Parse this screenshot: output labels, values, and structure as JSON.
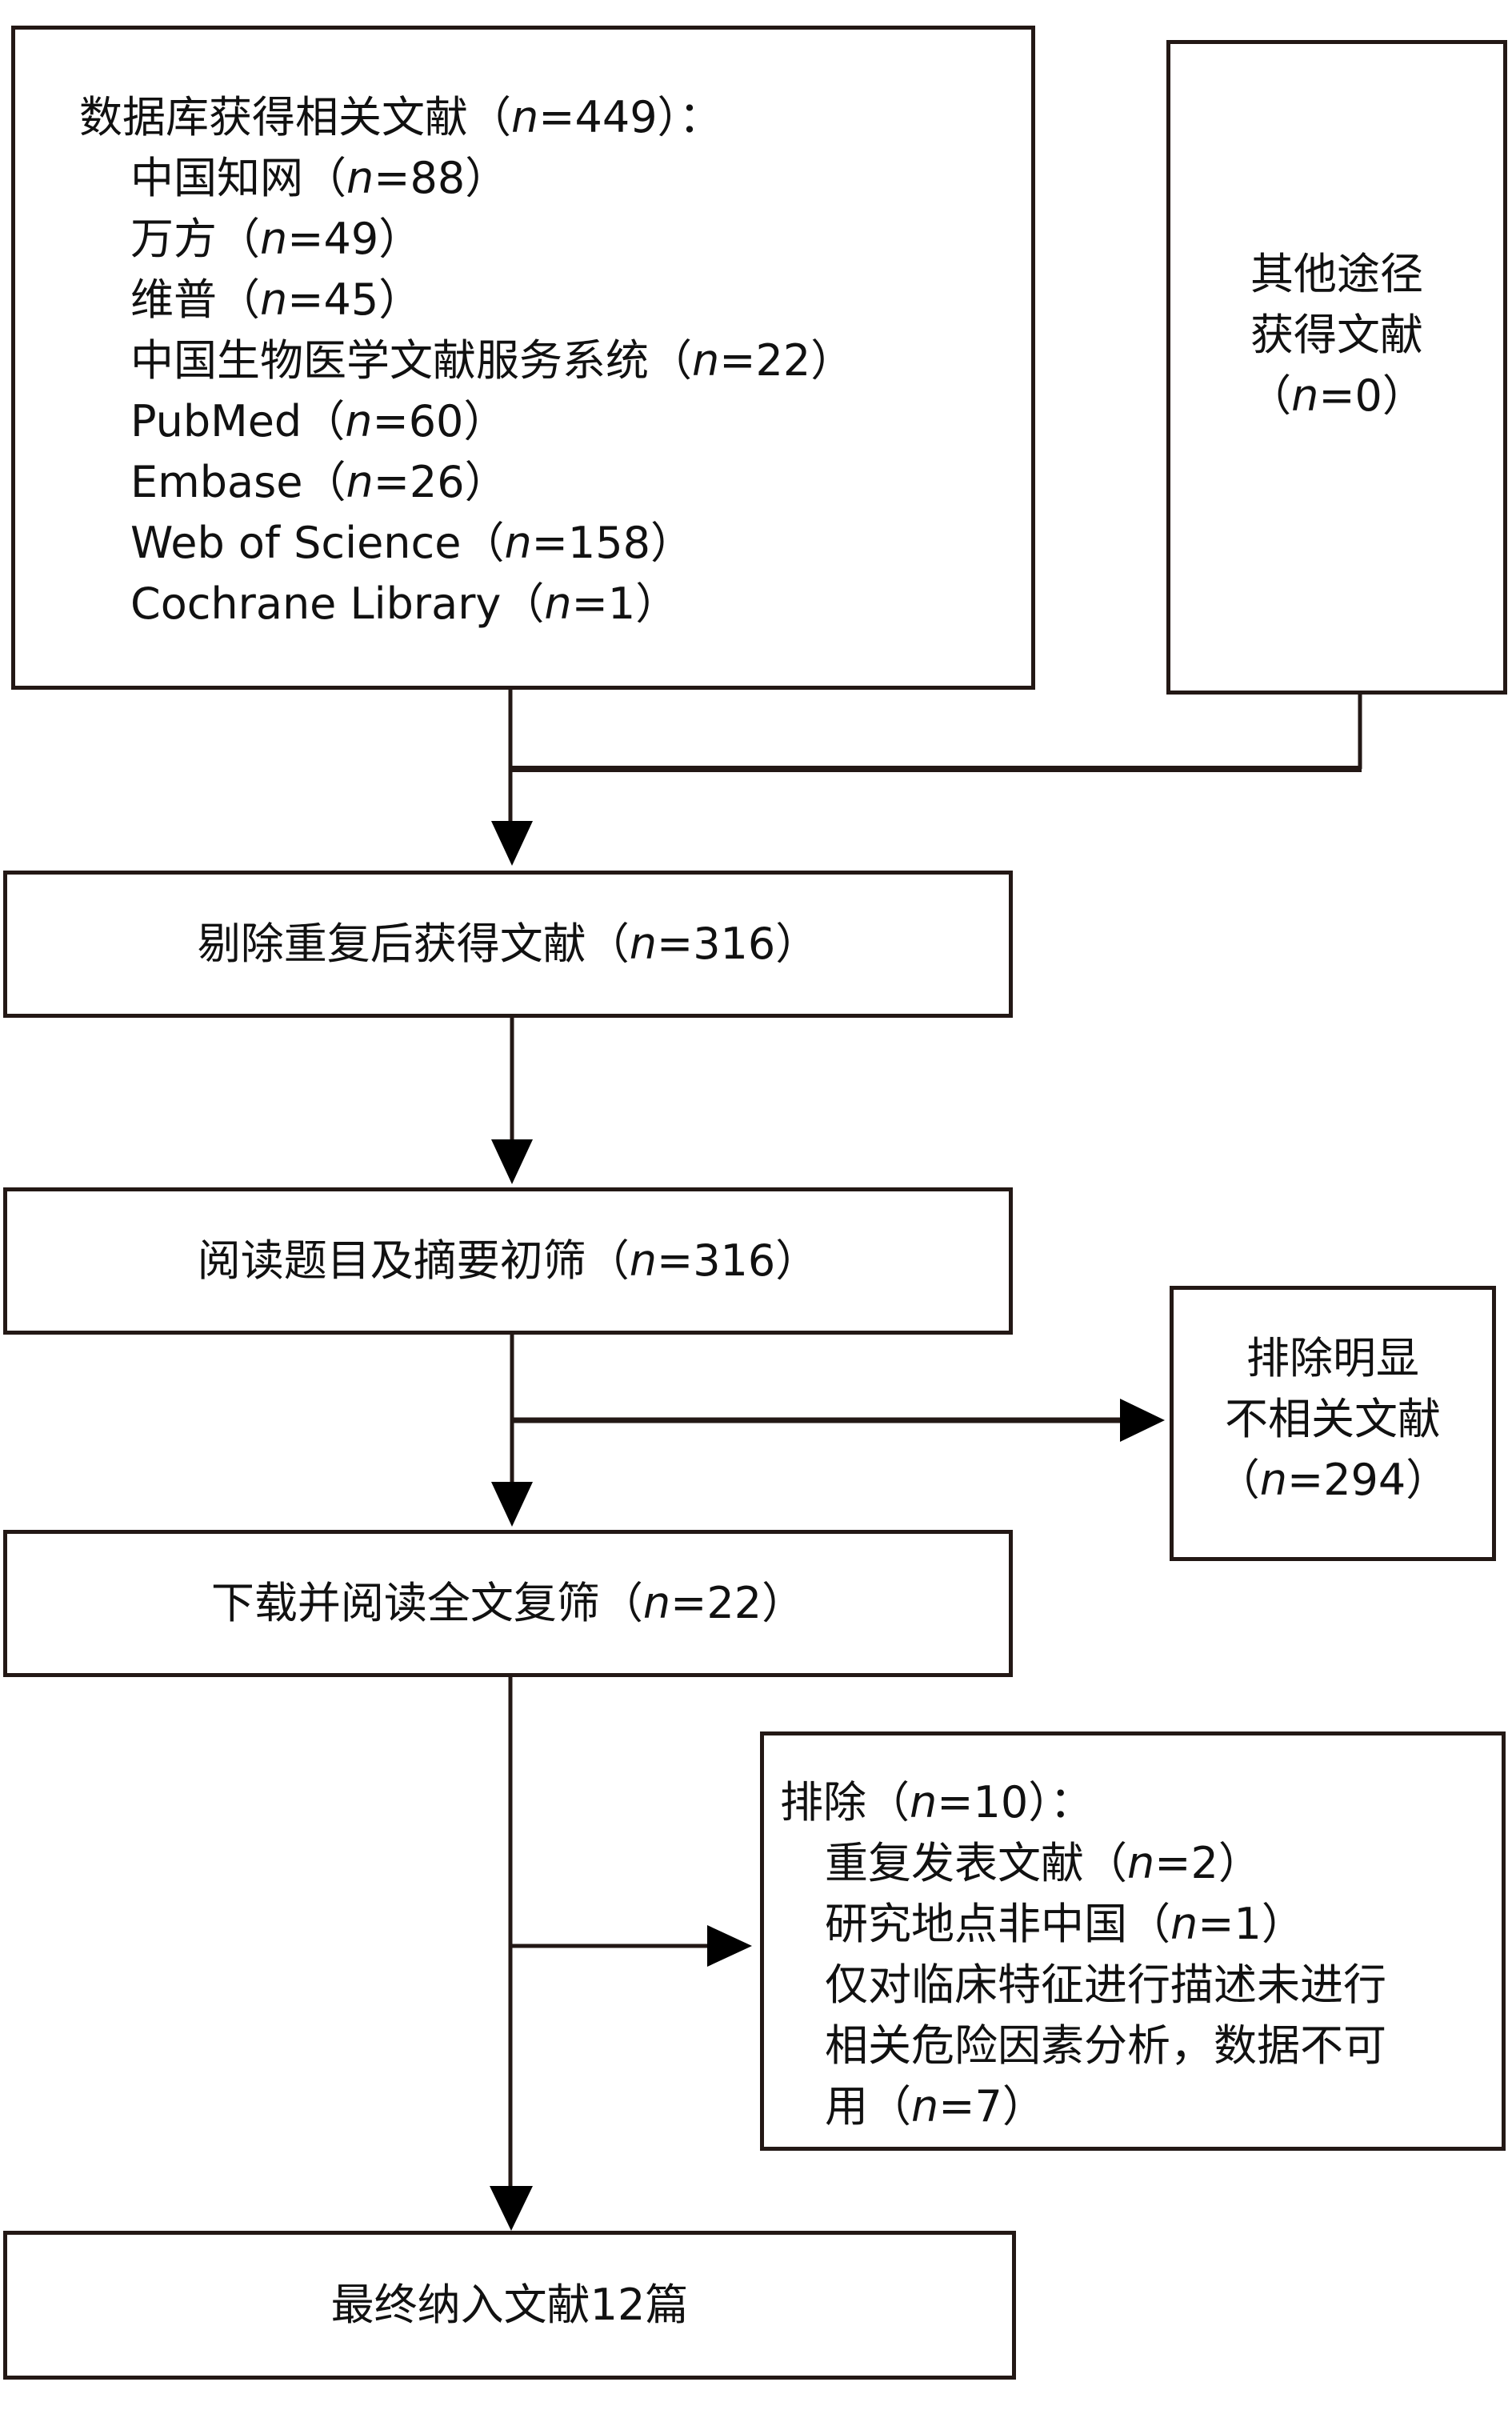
{
  "flowchart": {
    "identification": {
      "database": {
        "heading": {
          "prefix": "数据库获得相关文献（",
          "n_label": "n",
          "suffix": "=449）："
        },
        "sources": [
          {
            "prefix": "中国知网（",
            "n_label": "n",
            "suffix": "=88）"
          },
          {
            "prefix": "万方（",
            "n_label": "n",
            "suffix": "=49）"
          },
          {
            "prefix": "维普（",
            "n_label": "n",
            "suffix": "=45）"
          },
          {
            "prefix": "中国生物医学文献服务系统（",
            "n_label": "n",
            "suffix": "=22）"
          },
          {
            "prefix": "PubMed（",
            "n_label": "n",
            "suffix": "=60）"
          },
          {
            "prefix": "Embase（",
            "n_label": "n",
            "suffix": "=26）"
          },
          {
            "prefix": "Web of Science（",
            "n_label": "n",
            "suffix": "=158）"
          },
          {
            "prefix": "Cochrane Library（",
            "n_label": "n",
            "suffix": "=1）"
          }
        ]
      },
      "other": {
        "line1": "其他途径",
        "line2": "获得文献",
        "count": {
          "prefix": "（",
          "n_label": "n",
          "suffix": "=0）"
        }
      }
    },
    "dedup": {
      "prefix": "剔除重复后获得文献（",
      "n_label": "n",
      "suffix": "=316）"
    },
    "title_screen": {
      "prefix": "阅读题目及摘要初筛（",
      "n_label": "n",
      "suffix": "=316）"
    },
    "excluded_irrelevant": {
      "line1": "排除明显",
      "line2": "不相关文献",
      "count": {
        "prefix": "（",
        "n_label": "n",
        "suffix": "=294）"
      }
    },
    "fulltext_screen": {
      "prefix": "下载并阅读全文复筛（",
      "n_label": "n",
      "suffix": "=22）"
    },
    "excluded_fulltext": {
      "heading": {
        "prefix": "排除（",
        "n_label": "n",
        "suffix": "=10）："
      },
      "reasons": [
        {
          "prefix": "重复发表文献（",
          "n_label": "n",
          "suffix": "=2）"
        },
        {
          "prefix": "研究地点非中国（",
          "n_label": "n",
          "suffix": "=1）"
        }
      ],
      "reason3_line1": "仅对临床特征进行描述未进行",
      "reason3_line2": "相关危险因素分析，数据不可",
      "reason3_line3": {
        "prefix": "用（",
        "n_label": "n",
        "suffix": "=7）"
      }
    },
    "included": "最终纳入文献12篇"
  },
  "colors": {
    "stroke": "#231815",
    "background": "#ffffff"
  }
}
